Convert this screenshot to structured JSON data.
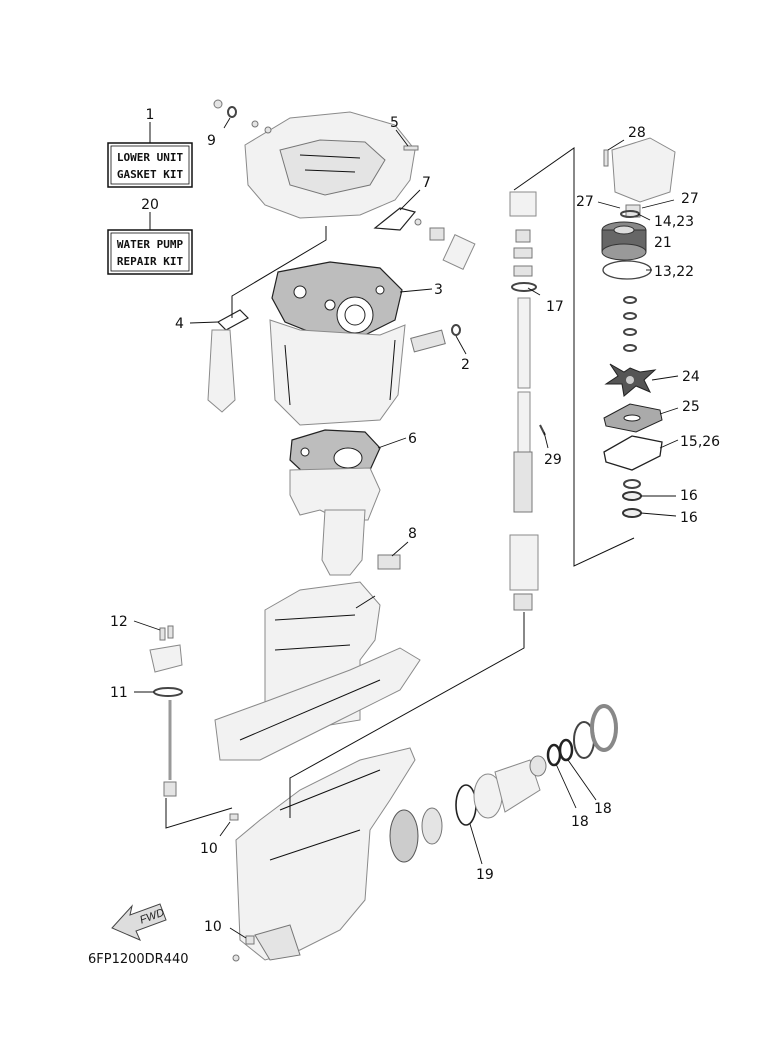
{
  "kits": [
    {
      "number": "1",
      "line1": "LOWER UNIT",
      "line2": "GASKET KIT"
    },
    {
      "number": "20",
      "line1": "WATER PUMP",
      "line2": "REPAIR KIT"
    }
  ],
  "callouts": {
    "c2": "2",
    "c3": "3",
    "c4": "4",
    "c5": "5",
    "c6": "6",
    "c7": "7",
    "c8": "8",
    "c9": "9",
    "c10a": "10",
    "c10b": "10",
    "c11": "11",
    "c12": "12",
    "c13_22": "13,22",
    "c14_23": "14,23",
    "c15_26": "15,26",
    "c16a": "16",
    "c16b": "16",
    "c17": "17",
    "c18a": "18",
    "c18b": "18",
    "c19": "19",
    "c21": "21",
    "c24": "24",
    "c25": "25",
    "c27a": "27",
    "c27b": "27",
    "c28": "28",
    "c29": "29"
  },
  "fwd_label": "FWD",
  "diagram_code": "6FP1200DR440"
}
